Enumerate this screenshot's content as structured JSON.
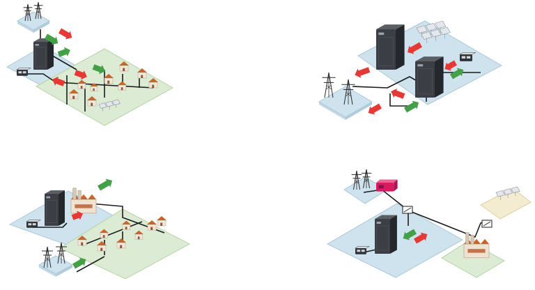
{
  "colors": {
    "platform_blue": "#cfe3ee",
    "platform_blue_edge": "#a9c8d8",
    "platform_green": "#dcebd3",
    "platform_green_edge": "#b7d3a6",
    "platform_cream": "#f3ecd0",
    "platform_cream_edge": "#ddd0a3",
    "cabinet": "#3b3f45",
    "cabinet_dark": "#24272b",
    "arrow_red": "#e53935",
    "arrow_green": "#43a047",
    "house_roof": "#c8642e",
    "house_wall": "#f1e6d8",
    "genset_red": "#d81b60",
    "line": "#1b1b1b"
  },
  "icons": {
    "power_tower": "power-tower-icon",
    "storage_cabinet": "battery-cabinet-icon",
    "battery_pack": "battery-pack-icon",
    "house": "house-icon",
    "factory": "factory-icon",
    "solar_panel": "solar-panel-icon",
    "generator": "generator-icon",
    "switch": "switch-box-icon"
  },
  "scenes": [
    {
      "id": "microgrid-residential"
    },
    {
      "id": "solar-dual-storage"
    },
    {
      "id": "industrial-residential"
    },
    {
      "id": "genset-solar-industrial"
    }
  ]
}
